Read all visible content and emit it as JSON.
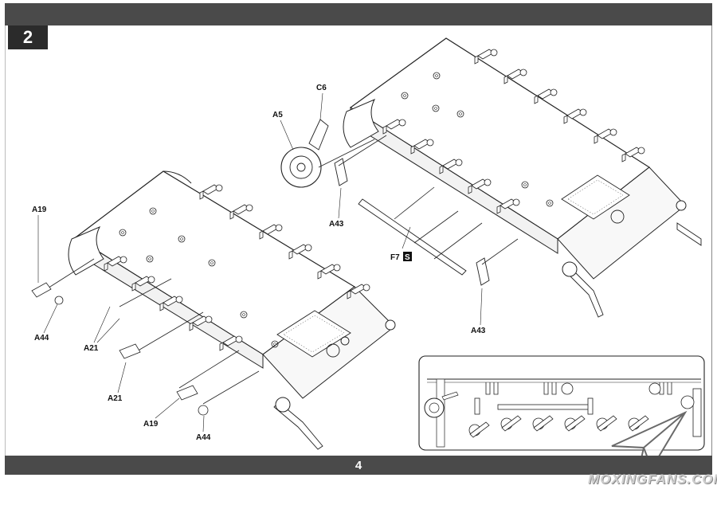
{
  "header": {
    "step_number": "2"
  },
  "footer": {
    "page_number": "4"
  },
  "callouts": {
    "left_assembly": {
      "a19_top": "A19",
      "a44_top": "A44",
      "a21_a": "A21",
      "a21_b": "A21",
      "a19_bottom": "A19",
      "a44_bottom": "A44"
    },
    "right_assembly": {
      "c6": "C6",
      "a5": "A5",
      "a43_top": "A43",
      "f7": "F7",
      "f7_icon_glyph": "S",
      "a43_bottom": "A43"
    }
  },
  "watermark": {
    "text": "MOXINGFANS.COM",
    "logo": "paper-plane-logo"
  },
  "colors": {
    "bars": "#4a4a4a",
    "badge": "#2b2b2b",
    "line_art": "#222222"
  }
}
